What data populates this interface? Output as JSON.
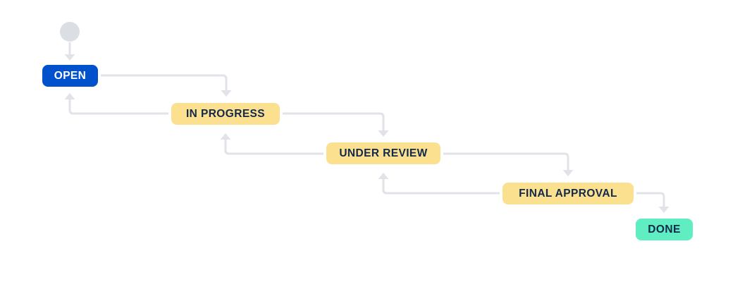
{
  "workflow": {
    "start_node": {
      "shape": "circle",
      "color": "#dbdee2"
    },
    "statuses": [
      {
        "id": "open",
        "label": "OPEN",
        "bg_color": "#0052cc",
        "text_color": "#ffffff"
      },
      {
        "id": "in-progress",
        "label": "IN PROGRESS",
        "bg_color": "#fbe08f",
        "text_color": "#13294b"
      },
      {
        "id": "under-review",
        "label": "UNDER REVIEW",
        "bg_color": "#fbe08f",
        "text_color": "#13294b"
      },
      {
        "id": "final-approval",
        "label": "FINAL APPROVAL",
        "bg_color": "#fbe08f",
        "text_color": "#13294b"
      },
      {
        "id": "done",
        "label": "DONE",
        "bg_color": "#5fedc1",
        "text_color": "#13294b"
      }
    ],
    "transitions": [
      {
        "from": "start",
        "to": "open"
      },
      {
        "from": "open",
        "to": "in-progress"
      },
      {
        "from": "in-progress",
        "to": "open"
      },
      {
        "from": "in-progress",
        "to": "under-review"
      },
      {
        "from": "under-review",
        "to": "in-progress"
      },
      {
        "from": "under-review",
        "to": "final-approval"
      },
      {
        "from": "final-approval",
        "to": "under-review"
      },
      {
        "from": "final-approval",
        "to": "done"
      }
    ],
    "connector_color": "#e1e3e8",
    "background_color": "#ffffff"
  }
}
